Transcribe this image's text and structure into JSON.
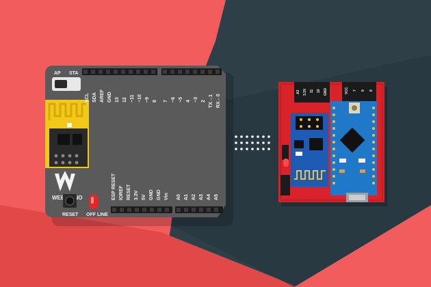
{
  "colors": {
    "background_red": "#f25c5c",
    "background_dark": "#2e3f47",
    "board_gray": "#5a5a5a",
    "wifi_module_yellow": "#f2c81a",
    "adapter_red": "#d8232a",
    "pro_mini_blue": "#1f78c8",
    "esp_blue": "#1e5bb5"
  },
  "webduino_board": {
    "switch_ap": "AP",
    "switch_sta": "STA",
    "brand": "WEBDUINO",
    "reset_label": "RESET",
    "offline_label": "OFF LINE",
    "top_pins_left": [
      "SCL",
      "SDA",
      "AREF",
      "GND",
      "13",
      "12",
      "~11",
      "~10",
      "~9",
      "8"
    ],
    "top_pins_right": [
      "7",
      "~6",
      "~5",
      "4",
      "~3",
      "2",
      "TX→1",
      "RX←0"
    ],
    "bottom_pins_power": [
      "ESP RESET",
      "IOREF",
      "RESET",
      "3.3V",
      "5V",
      "GND",
      "GND",
      "Vin"
    ],
    "bottom_pins_analog": [
      "A0",
      "A1",
      "A2",
      "A3",
      "A4",
      "A5"
    ]
  },
  "adapter_board": {
    "top_pins_left": [
      "A3",
      "3.3V",
      "11",
      "10",
      "GND"
    ],
    "top_pins_right": [
      "VCC",
      "7",
      "9",
      "8"
    ]
  },
  "icons": {
    "connection": "dotted-connection-icon",
    "wifi": "wifi-antenna-icon"
  }
}
